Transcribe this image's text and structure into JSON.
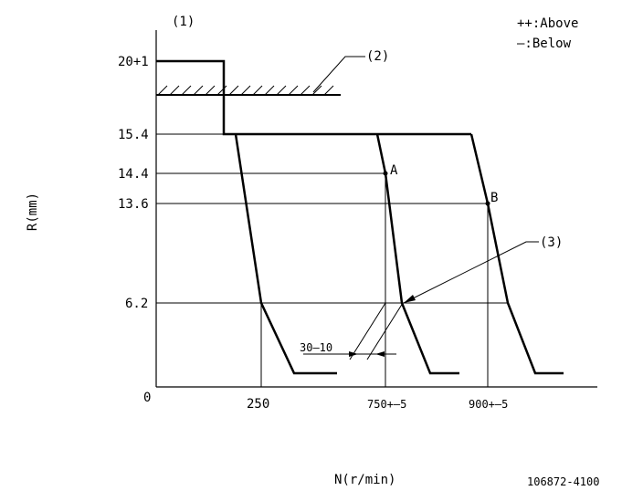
{
  "header": {
    "item_1": "(1)",
    "legend_above": "++:Above",
    "legend_below": "—:Below"
  },
  "callouts": {
    "item_2": "(2)",
    "item_3": "(3)",
    "point_a": "A",
    "point_b": "B",
    "dim_label": "30–10"
  },
  "axes": {
    "y_label": "R(mm)",
    "x_label": "N(r/min)",
    "y_ticks": [
      "20+1",
      "15.4",
      "14.4",
      "13.6",
      "6.2",
      "0"
    ],
    "x_ticks": [
      "250",
      "750+–5",
      "900+–5"
    ]
  },
  "footer": {
    "code": "106872-4100"
  }
}
